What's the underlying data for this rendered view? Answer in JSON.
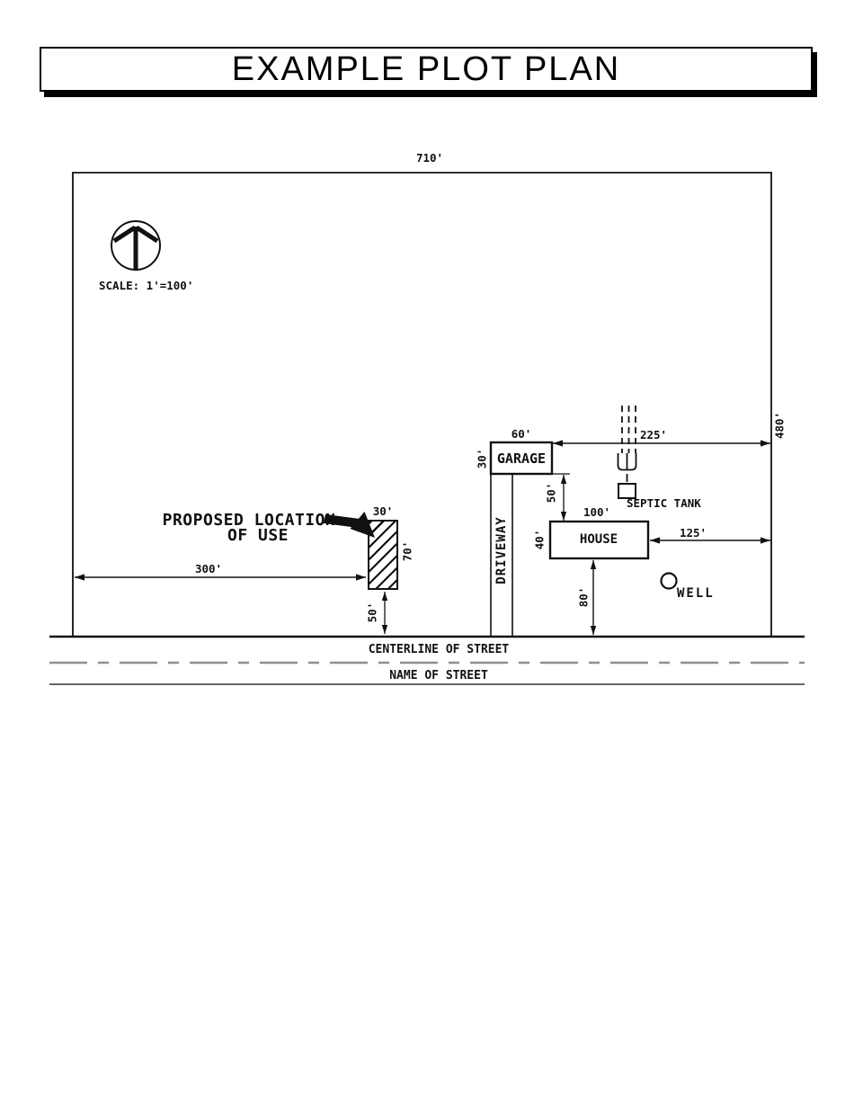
{
  "title": "EXAMPLE PLOT PLAN",
  "plan": {
    "scale": "SCALE: 1'=100'",
    "lot": {
      "frontage": "710'",
      "depth": "480'"
    },
    "garage": {
      "label": "GARAGE",
      "width": "60'",
      "depth": "30'",
      "dist_to_east_line": "225'",
      "dist_to_house": "50'"
    },
    "septic": {
      "label": "SEPTIC TANK"
    },
    "house": {
      "label": "HOUSE",
      "width": "100'",
      "depth": "40'",
      "dist_to_east_line": "125'",
      "dist_to_street": "80'"
    },
    "well": {
      "label": "WELL"
    },
    "driveway": {
      "label": "DRIVEWAY"
    },
    "proposed_use": {
      "label_line1": "PROPOSED LOCATION",
      "label_line2": "OF USE",
      "width": "30'",
      "depth": "70'",
      "dist_to_west_line": "300'",
      "dist_to_street": "50'"
    },
    "street": {
      "centerline_label": "CENTERLINE OF STREET",
      "name_label": "NAME OF STREET"
    }
  }
}
